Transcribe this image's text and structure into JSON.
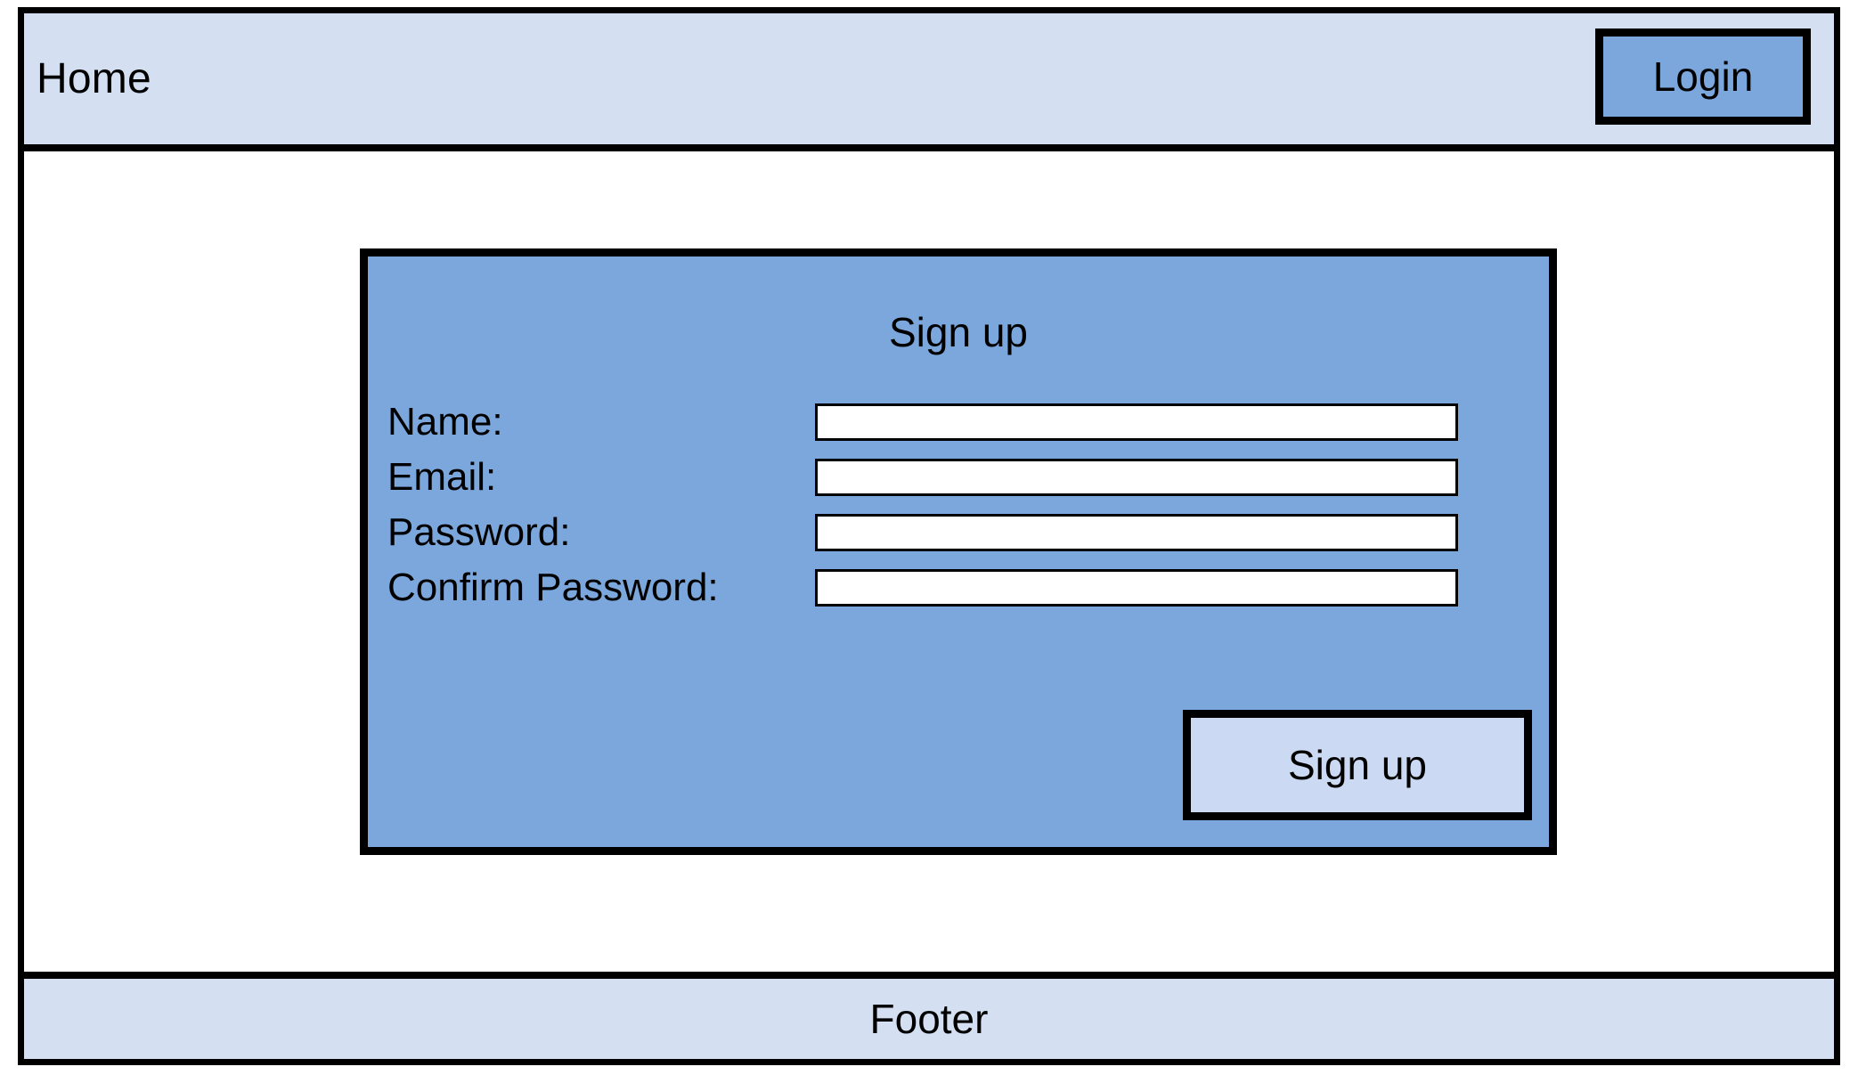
{
  "window": {
    "style": "wireframe-mockup",
    "colors": {
      "frame_border": "#000000",
      "band_light_blue": "#d4e0f2",
      "card_blue": "#7ba7dc",
      "button_light_blue": "#ccd9f2",
      "input_fill": "#ffffff",
      "content_background": "#ffffff"
    }
  },
  "header": {
    "home_label": "Home",
    "login_label": "Login"
  },
  "main": {
    "signup_card": {
      "title": "Sign up",
      "fields": [
        {
          "label": "Name:",
          "value": "",
          "placeholder": ""
        },
        {
          "label": "Email:",
          "value": "",
          "placeholder": ""
        },
        {
          "label": "Password:",
          "value": "",
          "placeholder": ""
        },
        {
          "label": "Confirm Password:",
          "value": "",
          "placeholder": ""
        }
      ],
      "submit_label": "Sign up"
    }
  },
  "footer": {
    "label": "Footer"
  }
}
